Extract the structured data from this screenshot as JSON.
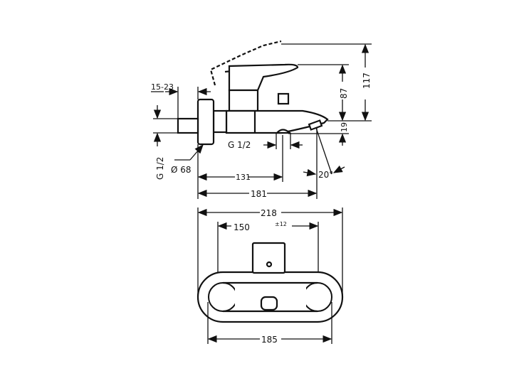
{
  "side_view": {
    "dim_wall_depth": "15-23",
    "dim_inlet_thread": "G 1/2",
    "dim_flange_diameter": "Ø 68",
    "dim_outlet_thread": "G 1/2",
    "dim_outlet_distance": "131",
    "dim_total_projection": "181",
    "dim_spout_angle": "20°",
    "dim_spout_height": "19",
    "dim_lever_height": "87",
    "dim_lever_raised_height": "117"
  },
  "front_view": {
    "dim_total_width": "218",
    "dim_centers": "150",
    "dim_centers_tolerance": "±12",
    "dim_bar_width": "185"
  },
  "colors": {
    "line": "#111111",
    "background": "#ffffff"
  }
}
